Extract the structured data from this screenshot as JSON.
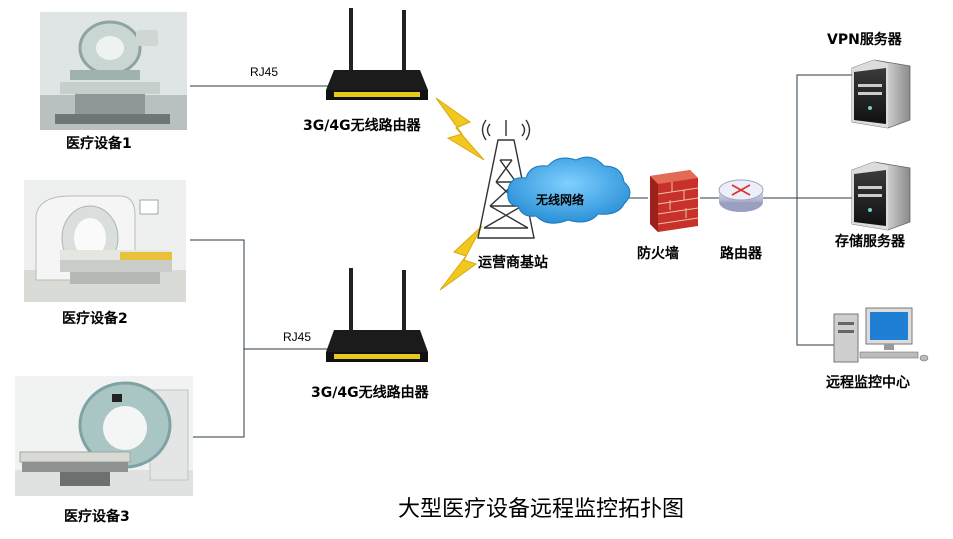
{
  "devices": [
    {
      "label": "医疗设备1"
    },
    {
      "label": "医疗设备2"
    },
    {
      "label": "医疗设备3"
    }
  ],
  "routers": [
    {
      "label": "3G/4G无线路由器"
    },
    {
      "label": "3G/4G无线路由器"
    }
  ],
  "links": [
    {
      "label": "RJ45"
    },
    {
      "label": "RJ45"
    }
  ],
  "network": {
    "cloud_label": "无线网络",
    "base_station_label": "运营商基站",
    "firewall_label": "防火墙",
    "router_label": "路由器"
  },
  "servers": {
    "vpn_label": "VPN服务器",
    "storage_label": "存储服务器",
    "monitor_label": "远程监控中心"
  },
  "title": "大型医疗设备远程监控拓扑图",
  "colors": {
    "router_body": "#1b1b1b",
    "router_stripe": "#e8c81a",
    "lightning": "#f0c81e",
    "cloud": "#2f9be0",
    "firewall": "#c8302a",
    "line": "#2a3a4a"
  }
}
